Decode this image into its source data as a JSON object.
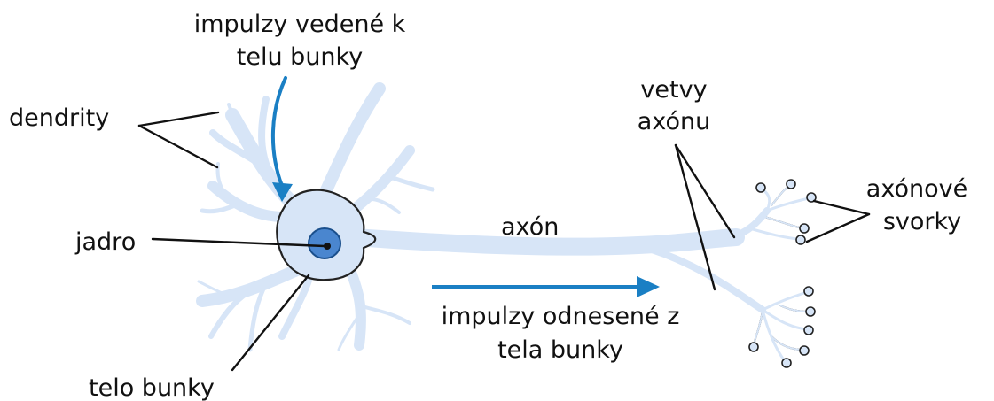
{
  "labels": {
    "impulses_in_line1": "impulzy vedené k",
    "impulses_in_line2": "telu bunky",
    "dendrites": "dendrity",
    "nucleus": "jadro",
    "cell_body": "telo bunky",
    "axon": "axón",
    "impulses_out_line1": "impulzy odnesené z",
    "impulses_out_line2": "tela bunky",
    "axon_branches_line1": "vetvy",
    "axon_branches_line2": "axónu",
    "axon_terminals_line1": "axónové",
    "axon_terminals_line2": "svorky"
  },
  "colors": {
    "cell_fill": "#d7e5f7",
    "nucleus_fill": "#4a86cf",
    "arrow": "#1a7fc4",
    "outline": "#222222"
  }
}
